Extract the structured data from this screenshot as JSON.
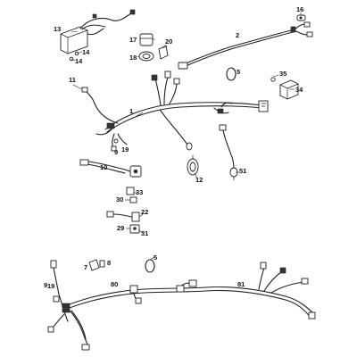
{
  "callouts": {
    "c1": "1",
    "c2": "2",
    "c5a": "5",
    "c5b": "5",
    "c7": "7",
    "c8": "8",
    "c9a": "9",
    "c9b": "9",
    "c10": "10",
    "c11": "11",
    "c12": "12",
    "c13": "13",
    "c14a": "14",
    "c14b": "14",
    "c16": "16",
    "c17": "17",
    "c18": "18",
    "c19a": "19",
    "c19b": "19",
    "c20": "20",
    "c22": "22",
    "c29": "29",
    "c30": "30",
    "c31": "31",
    "c33": "33",
    "c34": "34",
    "c35": "35",
    "c51": "51",
    "c80": "80",
    "c81": "81"
  }
}
